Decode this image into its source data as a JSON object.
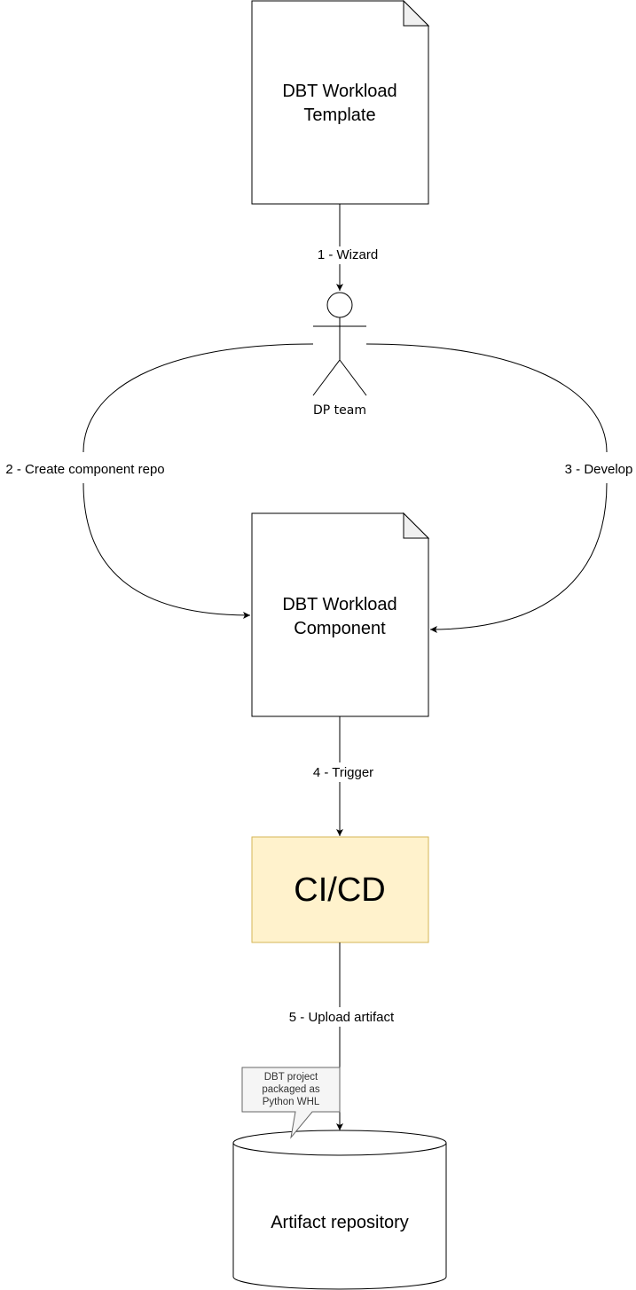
{
  "diagram": {
    "nodes": {
      "template": {
        "line1": "DBT Workload",
        "line2": "Template"
      },
      "actor": {
        "label": "DP team"
      },
      "component": {
        "line1": "DBT Workload",
        "line2": "Component"
      },
      "cicd": {
        "label": "CI/CD"
      },
      "callout": {
        "line1": "DBT project",
        "line2": "packaged as",
        "line3": "Python WHL"
      },
      "repository": {
        "label": "Artifact repository"
      }
    },
    "edges": {
      "wizard": "1 - Wizard",
      "create_repo": "2 - Create component repo",
      "develop": "3 - Develop",
      "trigger": "4 - Trigger",
      "upload": "5 - Upload artifact"
    },
    "colors": {
      "cicd_fill": "#FFF2CC",
      "cicd_stroke": "#D6B656",
      "callout_fill": "#F5F5F5",
      "callout_stroke": "#666666"
    }
  }
}
